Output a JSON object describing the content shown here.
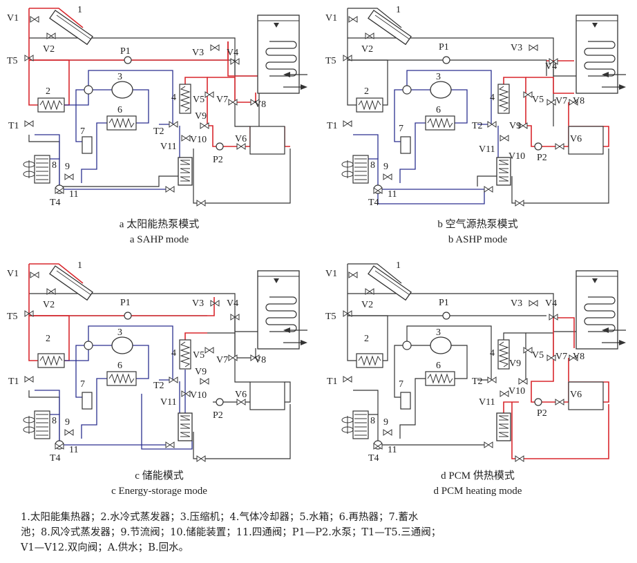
{
  "colors": {
    "hot": "#d8262c",
    "refrigerant": "#2a2f8f",
    "pipe": "#333333"
  },
  "labels": {
    "collector": "1",
    "water_evap": "2",
    "compressor": "3",
    "gas_cooler": "4",
    "reheater": "6",
    "reservoir": "7",
    "air_evap": "8",
    "throttle": "9",
    "four_way": "11",
    "V1": "V1",
    "V2": "V2",
    "V3": "V3",
    "V4": "V4",
    "V5": "V5",
    "V6": "V6",
    "V7": "V7",
    "V8": "V8",
    "V9": "V9",
    "V10": "V10",
    "V11": "V11",
    "P1": "P1",
    "P2": "P2",
    "T1": "T1",
    "T2": "T2",
    "T4": "T4",
    "T5": "T5"
  },
  "panels": [
    {
      "id": "a",
      "caption_cn": "a 太阳能热泵模式",
      "caption_en": "a SAHP mode"
    },
    {
      "id": "b",
      "caption_cn": "b 空气源热泵模式",
      "caption_en": "b ASHP mode"
    },
    {
      "id": "c",
      "caption_cn": "c 储能模式",
      "caption_en": "c Energy-storage mode"
    },
    {
      "id": "d",
      "caption_cn": "d PCM 供热模式",
      "caption_en": "d PCM heating mode"
    }
  ],
  "legend": [
    "1.太阳能集热器；2.水冷式蒸发器；3.压缩机；4.气体冷却器；5.水箱；6.再热器；7.蓄水",
    "池；8.风冷式蒸发器；9.节流阀；10.储能装置；11.四通阀；P1—P2.水泵；T1—T5.三通阀；",
    "V1—V12.双向阀；A.供水；B.回水。"
  ]
}
